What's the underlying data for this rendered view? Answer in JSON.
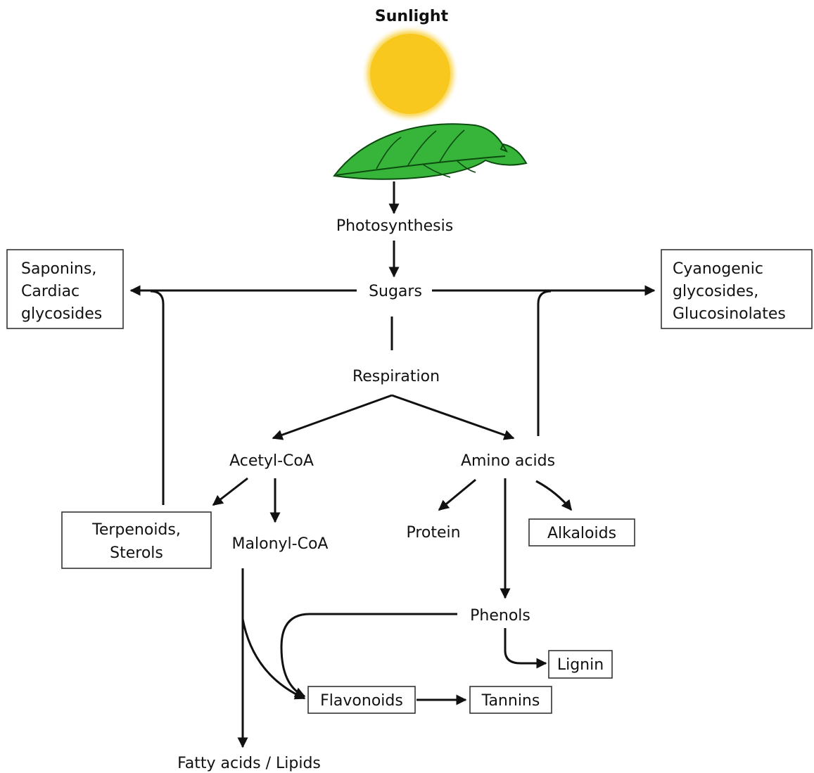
{
  "sunlight": "Sunlight",
  "nodes": {
    "photosynthesis": "Photosynthesis",
    "sugars": "Sugars",
    "respiration": "Respiration",
    "acetyl_coa": "Acetyl-CoA",
    "amino_acids": "Amino acids",
    "malonyl_coa": "Malonyl-CoA",
    "protein": "Protein",
    "phenols": "Phenols",
    "fatty_acids": "Fatty acids / Lipids"
  },
  "boxes": {
    "saponins": [
      "Saponins,",
      "Cardiac",
      "glycosides"
    ],
    "cyanogenic": [
      "Cyanogenic",
      "glycosides,",
      "Glucosinolates"
    ],
    "terpenoids": [
      "Terpenoids,",
      "Sterols"
    ],
    "alkaloids": "Alkaloids",
    "lignin": "Lignin",
    "flavonoids": "Flavonoids",
    "tannins": "Tannins"
  },
  "colors": {
    "sun": "#f9c81f",
    "sun_glow": "#fdf3c4",
    "leaf": "#37b53b",
    "leaf_vein": "#0c4a10"
  }
}
